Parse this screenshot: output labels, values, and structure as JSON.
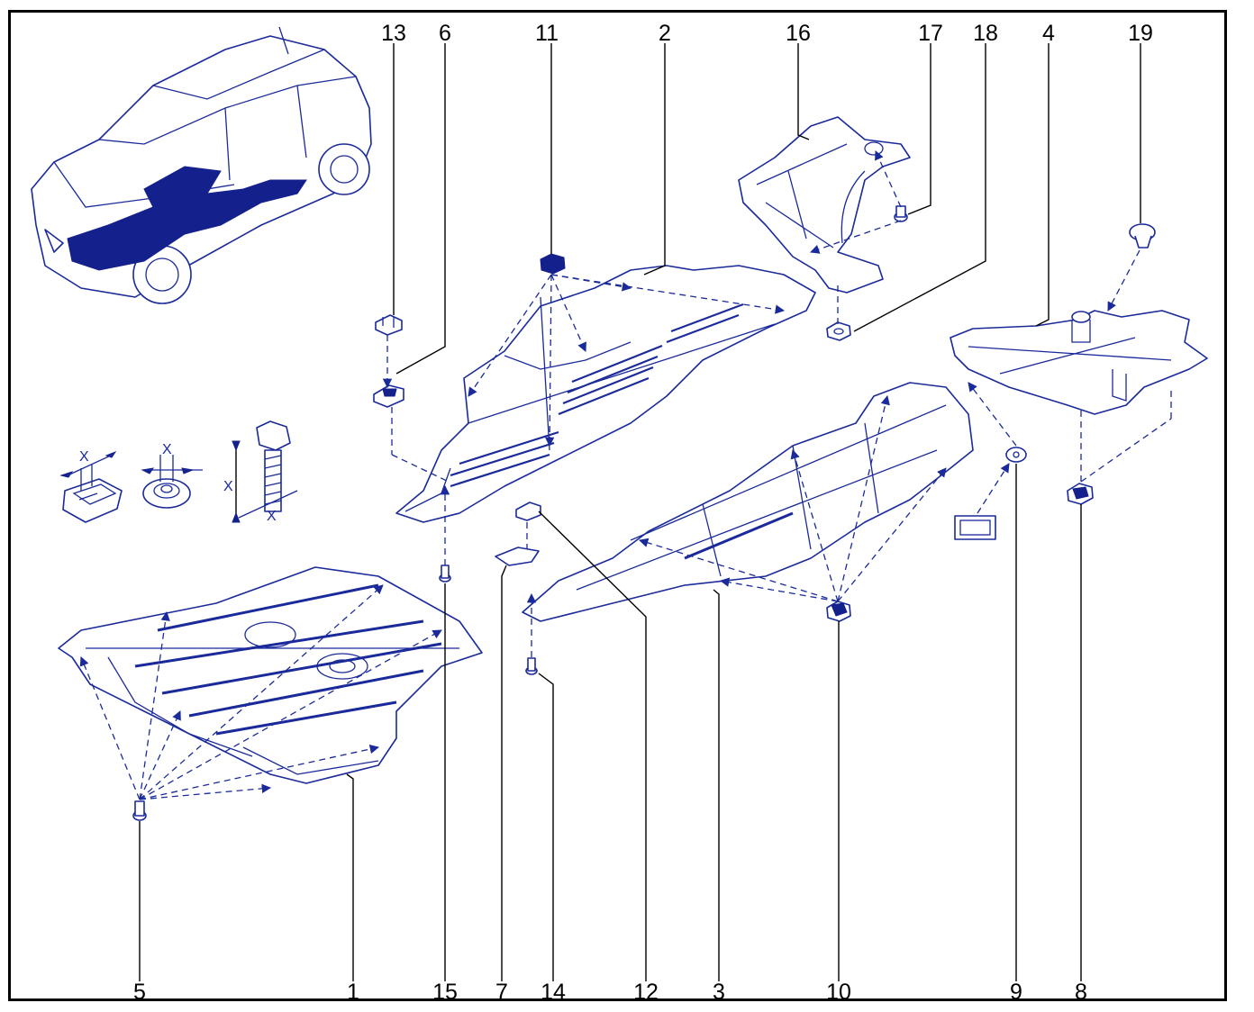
{
  "diagram": {
    "callouts": [
      {
        "id": "c13",
        "label": "13"
      },
      {
        "id": "c6",
        "label": "6"
      },
      {
        "id": "c11",
        "label": "11"
      },
      {
        "id": "c2",
        "label": "2"
      },
      {
        "id": "c16",
        "label": "16"
      },
      {
        "id": "c17",
        "label": "17"
      },
      {
        "id": "c18",
        "label": "18"
      },
      {
        "id": "c4",
        "label": "4"
      },
      {
        "id": "c19",
        "label": "19"
      },
      {
        "id": "c5",
        "label": "5"
      },
      {
        "id": "c1",
        "label": "1"
      },
      {
        "id": "c15",
        "label": "15"
      },
      {
        "id": "c7",
        "label": "7"
      },
      {
        "id": "c14",
        "label": "14"
      },
      {
        "id": "c12",
        "label": "12"
      },
      {
        "id": "c3",
        "label": "3"
      },
      {
        "id": "c10",
        "label": "10"
      },
      {
        "id": "c9",
        "label": "9"
      },
      {
        "id": "c8",
        "label": "8"
      }
    ],
    "dimension_marks": [
      "X",
      "X",
      "X",
      "X"
    ],
    "colors": {
      "line": "#1a2a9a",
      "fill_dark": "#14208c",
      "frame": "#000000"
    }
  }
}
